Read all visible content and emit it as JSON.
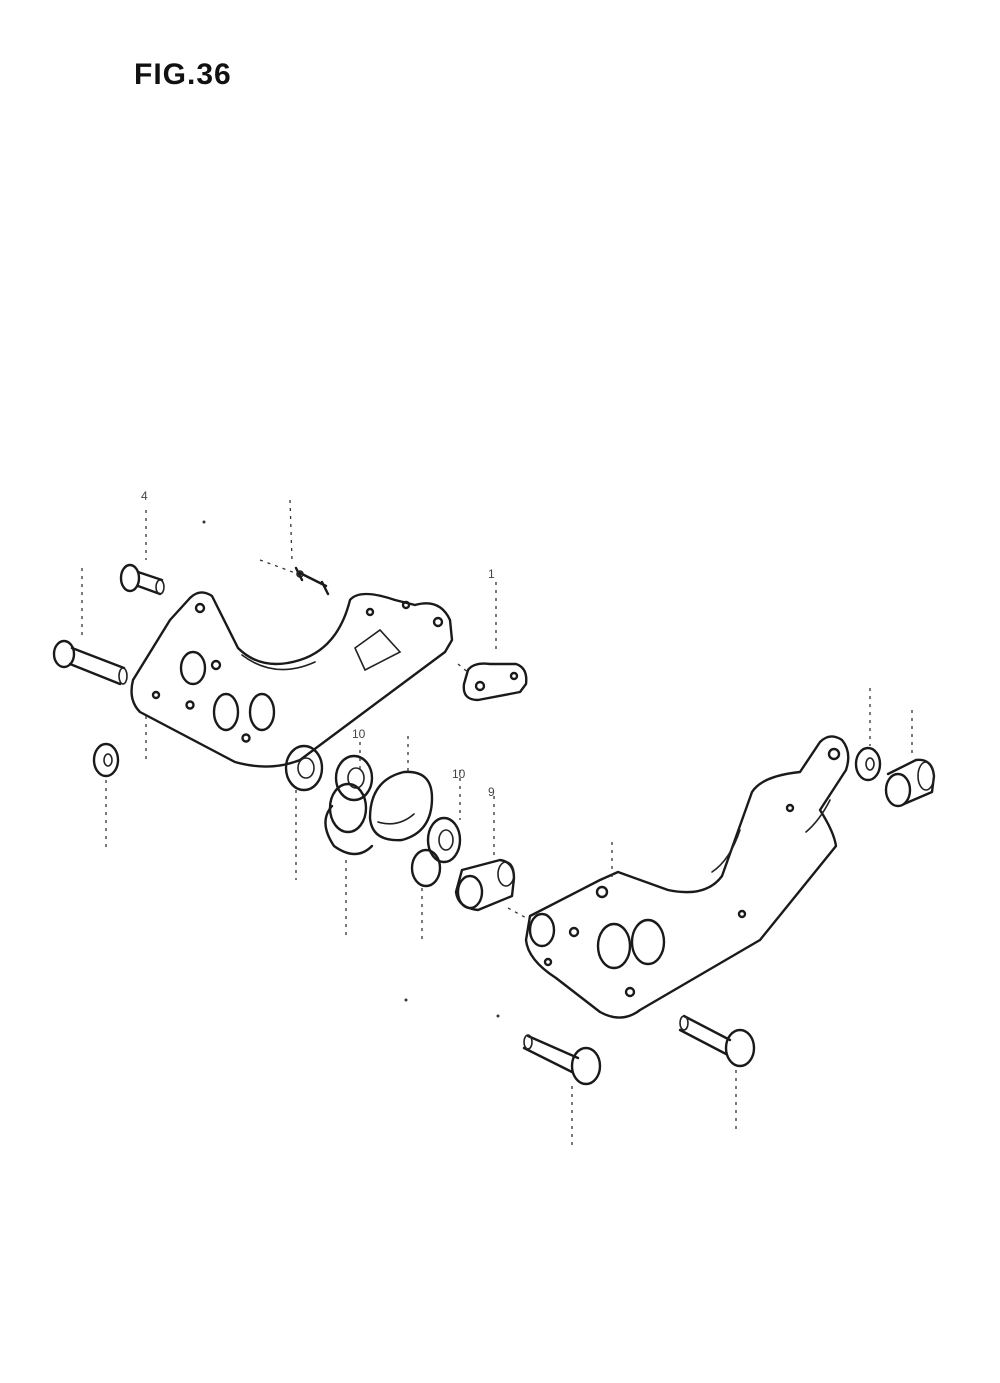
{
  "figure": {
    "title": "FIG.36"
  },
  "callouts": {
    "c1": "4",
    "c2": "1",
    "c3": "10",
    "c4": "10",
    "c5": "9"
  },
  "icons": [
    "bolt-icon",
    "washer-icon",
    "bushing-icon",
    "bracket-icon"
  ],
  "colors": {
    "line": "#1a1a1a",
    "background": "#ffffff"
  }
}
